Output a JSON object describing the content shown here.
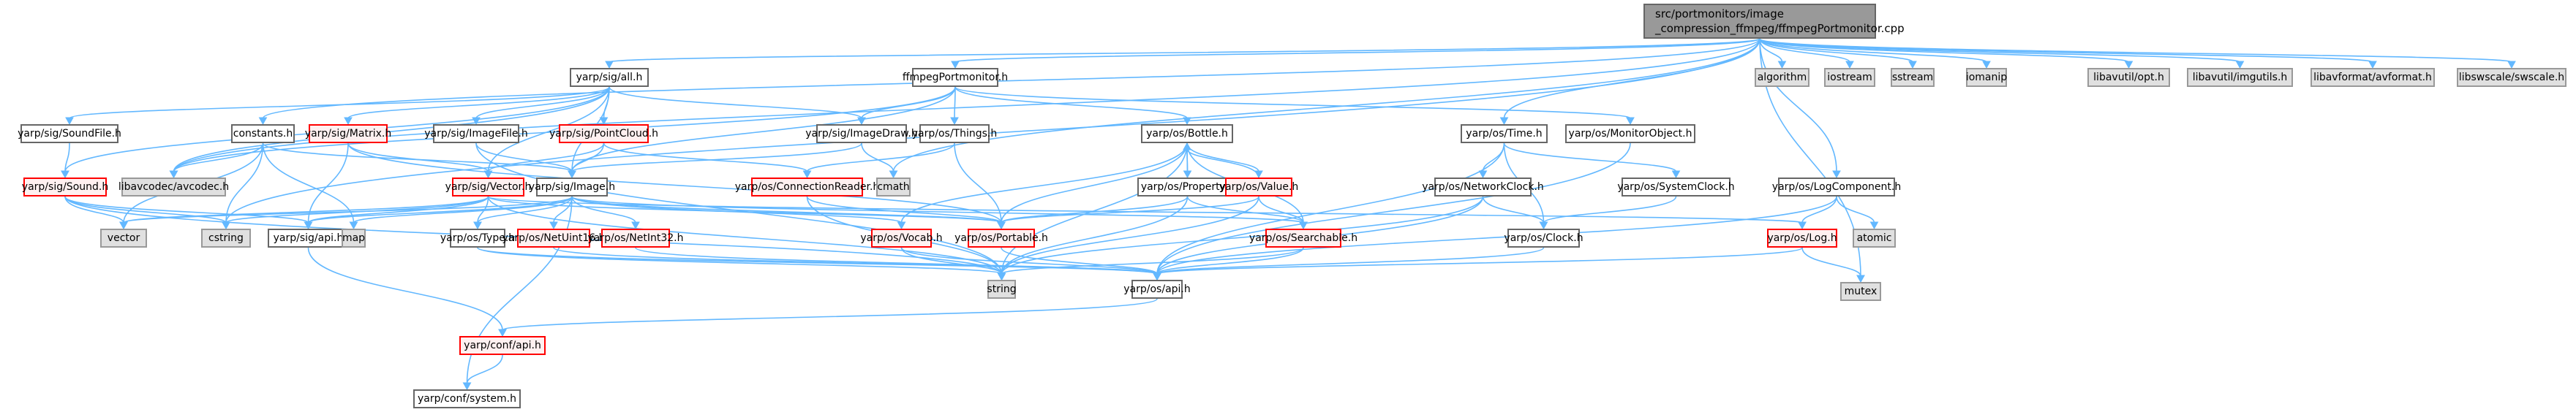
{
  "title": "Include dependency graph for ffmpegPortmonitor.cpp",
  "colors": {
    "edge": "#63b8ff",
    "red_border": "#ff0000",
    "red_fill": "#fff0f0",
    "sys_fill": "#e0e0e0",
    "root_fill": "#999999"
  },
  "nodes": [
    {
      "id": "root",
      "label": "src/portmonitors/image\n_compression_ffmpeg/ffmpegPortmonitor.cpp",
      "kind": "root"
    },
    {
      "id": "all",
      "label": "yarp/sig/all.h",
      "kind": "plain"
    },
    {
      "id": "ffh",
      "label": "ffmpegPortmonitor.h",
      "kind": "plain"
    },
    {
      "id": "algorithm",
      "label": "algorithm",
      "kind": "sys"
    },
    {
      "id": "iostream",
      "label": "iostream",
      "kind": "sys"
    },
    {
      "id": "sstream",
      "label": "sstream",
      "kind": "sys"
    },
    {
      "id": "iomanip",
      "label": "iomanip",
      "kind": "sys"
    },
    {
      "id": "opt",
      "label": "libavutil/opt.h",
      "kind": "sys"
    },
    {
      "id": "imgutils",
      "label": "libavutil/imgutils.h",
      "kind": "sys"
    },
    {
      "id": "avformat",
      "label": "libavformat/avformat.h",
      "kind": "sys"
    },
    {
      "id": "swscale",
      "label": "libswscale/swscale.h",
      "kind": "sys"
    },
    {
      "id": "soundfile",
      "label": "yarp/sig/SoundFile.h",
      "kind": "plain"
    },
    {
      "id": "constants",
      "label": "constants.h",
      "kind": "plain"
    },
    {
      "id": "matrix",
      "label": "yarp/sig/Matrix.h",
      "kind": "red"
    },
    {
      "id": "imagefile",
      "label": "yarp/sig/ImageFile.h",
      "kind": "plain"
    },
    {
      "id": "pointcloud",
      "label": "yarp/sig/PointCloud.h",
      "kind": "red"
    },
    {
      "id": "imagedraw",
      "label": "yarp/sig/ImageDraw.h",
      "kind": "plain"
    },
    {
      "id": "things",
      "label": "yarp/os/Things.h",
      "kind": "plain"
    },
    {
      "id": "bottle",
      "label": "yarp/os/Bottle.h",
      "kind": "plain"
    },
    {
      "id": "time",
      "label": "yarp/os/Time.h",
      "kind": "plain"
    },
    {
      "id": "monitor",
      "label": "yarp/os/MonitorObject.h",
      "kind": "plain"
    },
    {
      "id": "sound",
      "label": "yarp/sig/Sound.h",
      "kind": "red"
    },
    {
      "id": "avcodec",
      "label": "libavcodec/avcodec.h",
      "kind": "sys"
    },
    {
      "id": "vector",
      "label": "yarp/sig/Vector.h",
      "kind": "red"
    },
    {
      "id": "image",
      "label": "yarp/sig/Image.h",
      "kind": "plain"
    },
    {
      "id": "connreader",
      "label": "yarp/os/ConnectionReader.h",
      "kind": "red"
    },
    {
      "id": "cmath",
      "label": "cmath",
      "kind": "sys"
    },
    {
      "id": "property",
      "label": "yarp/os/Property.h",
      "kind": "plain"
    },
    {
      "id": "value",
      "label": "yarp/os/Value.h",
      "kind": "red"
    },
    {
      "id": "netclock",
      "label": "yarp/os/NetworkClock.h",
      "kind": "plain"
    },
    {
      "id": "sysclock",
      "label": "yarp/os/SystemClock.h",
      "kind": "plain"
    },
    {
      "id": "logcomp",
      "label": "yarp/os/LogComponent.h",
      "kind": "plain"
    },
    {
      "id": "stdvector",
      "label": "vector",
      "kind": "sys"
    },
    {
      "id": "cstring",
      "label": "cstring",
      "kind": "sys"
    },
    {
      "id": "sigapi",
      "label": "yarp/sig/api.h",
      "kind": "plain"
    },
    {
      "id": "map",
      "label": "map",
      "kind": "sys"
    },
    {
      "id": "type",
      "label": "yarp/os/Type.h",
      "kind": "plain"
    },
    {
      "id": "netuint16",
      "label": "yarp/os/NetUint16.h",
      "kind": "red"
    },
    {
      "id": "netint32",
      "label": "yarp/os/NetInt32.h",
      "kind": "red"
    },
    {
      "id": "vocab",
      "label": "yarp/os/Vocab.h",
      "kind": "red"
    },
    {
      "id": "portable",
      "label": "yarp/os/Portable.h",
      "kind": "red"
    },
    {
      "id": "searchable",
      "label": "yarp/os/Searchable.h",
      "kind": "red"
    },
    {
      "id": "clock",
      "label": "yarp/os/Clock.h",
      "kind": "plain"
    },
    {
      "id": "log",
      "label": "yarp/os/Log.h",
      "kind": "red"
    },
    {
      "id": "atomic",
      "label": "atomic",
      "kind": "sys"
    },
    {
      "id": "string",
      "label": "string",
      "kind": "sys"
    },
    {
      "id": "osapi",
      "label": "yarp/os/api.h",
      "kind": "plain"
    },
    {
      "id": "mutex",
      "label": "mutex",
      "kind": "sys"
    },
    {
      "id": "confapi",
      "label": "yarp/conf/api.h",
      "kind": "red"
    },
    {
      "id": "system",
      "label": "yarp/conf/system.h",
      "kind": "plain"
    }
  ],
  "edges": [
    [
      "root",
      "all"
    ],
    [
      "root",
      "ffh"
    ],
    [
      "root",
      "algorithm"
    ],
    [
      "root",
      "iostream"
    ],
    [
      "root",
      "sstream"
    ],
    [
      "root",
      "iomanip"
    ],
    [
      "root",
      "opt"
    ],
    [
      "root",
      "imgutils"
    ],
    [
      "root",
      "avformat"
    ],
    [
      "root",
      "swscale"
    ],
    [
      "root",
      "constants"
    ],
    [
      "root",
      "avcodec"
    ],
    [
      "root",
      "time"
    ],
    [
      "root",
      "logcomp"
    ],
    [
      "root",
      "mutex"
    ],
    [
      "root",
      "cmath"
    ],
    [
      "root",
      "cstring"
    ],
    [
      "all",
      "soundfile"
    ],
    [
      "all",
      "sound"
    ],
    [
      "all",
      "matrix"
    ],
    [
      "all",
      "imagefile"
    ],
    [
      "all",
      "pointcloud"
    ],
    [
      "all",
      "imagedraw"
    ],
    [
      "all",
      "vector"
    ],
    [
      "all",
      "image"
    ],
    [
      "all",
      "avcodec"
    ],
    [
      "ffh",
      "imagedraw"
    ],
    [
      "ffh",
      "things"
    ],
    [
      "ffh",
      "bottle"
    ],
    [
      "ffh",
      "monitor"
    ],
    [
      "ffh",
      "image"
    ],
    [
      "ffh",
      "avcodec"
    ],
    [
      "soundfile",
      "sound"
    ],
    [
      "sound",
      "stdvector"
    ],
    [
      "sound",
      "sigapi"
    ],
    [
      "sound",
      "string"
    ],
    [
      "sound",
      "cstring"
    ],
    [
      "constants",
      "avcodec"
    ],
    [
      "constants",
      "stdvector"
    ],
    [
      "constants",
      "map"
    ],
    [
      "constants",
      "cstring"
    ],
    [
      "constants",
      "image"
    ],
    [
      "matrix",
      "vector"
    ],
    [
      "matrix",
      "sigapi"
    ],
    [
      "matrix",
      "portable"
    ],
    [
      "imagefile",
      "image"
    ],
    [
      "imagefile",
      "string"
    ],
    [
      "pointcloud",
      "vector"
    ],
    [
      "pointcloud",
      "connreader"
    ],
    [
      "pointcloud",
      "image"
    ],
    [
      "imagedraw",
      "image"
    ],
    [
      "imagedraw",
      "cmath"
    ],
    [
      "things",
      "connreader"
    ],
    [
      "things",
      "portable"
    ],
    [
      "bottle",
      "property"
    ],
    [
      "bottle",
      "value"
    ],
    [
      "bottle",
      "searchable"
    ],
    [
      "bottle",
      "portable"
    ],
    [
      "bottle",
      "string"
    ],
    [
      "bottle",
      "vocab"
    ],
    [
      "property",
      "bottle"
    ],
    [
      "property",
      "searchable"
    ],
    [
      "property",
      "portable"
    ],
    [
      "property",
      "string"
    ],
    [
      "value",
      "bottle"
    ],
    [
      "value",
      "searchable"
    ],
    [
      "value",
      "portable"
    ],
    [
      "value",
      "string"
    ],
    [
      "time",
      "netclock"
    ],
    [
      "time",
      "clock"
    ],
    [
      "time",
      "sysclock"
    ],
    [
      "time",
      "osapi"
    ],
    [
      "netclock",
      "clock"
    ],
    [
      "netclock",
      "osapi"
    ],
    [
      "netclock",
      "string"
    ],
    [
      "sysclock",
      "clock"
    ],
    [
      "clock",
      "osapi"
    ],
    [
      "monitor",
      "osapi"
    ],
    [
      "logcomp",
      "log"
    ],
    [
      "logcomp",
      "atomic"
    ],
    [
      "logcomp",
      "osapi"
    ],
    [
      "log",
      "mutex"
    ],
    [
      "log",
      "osapi"
    ],
    [
      "vector",
      "stdvector"
    ],
    [
      "vector",
      "cstring"
    ],
    [
      "vector",
      "sigapi"
    ],
    [
      "vector",
      "type"
    ],
    [
      "vector",
      "portable"
    ],
    [
      "vector",
      "log"
    ],
    [
      "vector",
      "string"
    ],
    [
      "image",
      "type"
    ],
    [
      "image",
      "netuint16"
    ],
    [
      "image",
      "netint32"
    ],
    [
      "image",
      "vocab"
    ],
    [
      "image",
      "portable"
    ],
    [
      "image",
      "searchable"
    ],
    [
      "image",
      "sigapi"
    ],
    [
      "image",
      "map"
    ],
    [
      "image",
      "stdvector"
    ],
    [
      "image",
      "system"
    ],
    [
      "connreader",
      "portable"
    ],
    [
      "connreader",
      "string"
    ],
    [
      "type",
      "osapi"
    ],
    [
      "type",
      "string"
    ],
    [
      "netuint16",
      "osapi"
    ],
    [
      "netint32",
      "osapi"
    ],
    [
      "vocab",
      "osapi"
    ],
    [
      "vocab",
      "string"
    ],
    [
      "portable",
      "osapi"
    ],
    [
      "searchable",
      "osapi"
    ],
    [
      "searchable",
      "string"
    ],
    [
      "sigapi",
      "confapi"
    ],
    [
      "osapi",
      "confapi"
    ],
    [
      "confapi",
      "system"
    ]
  ]
}
